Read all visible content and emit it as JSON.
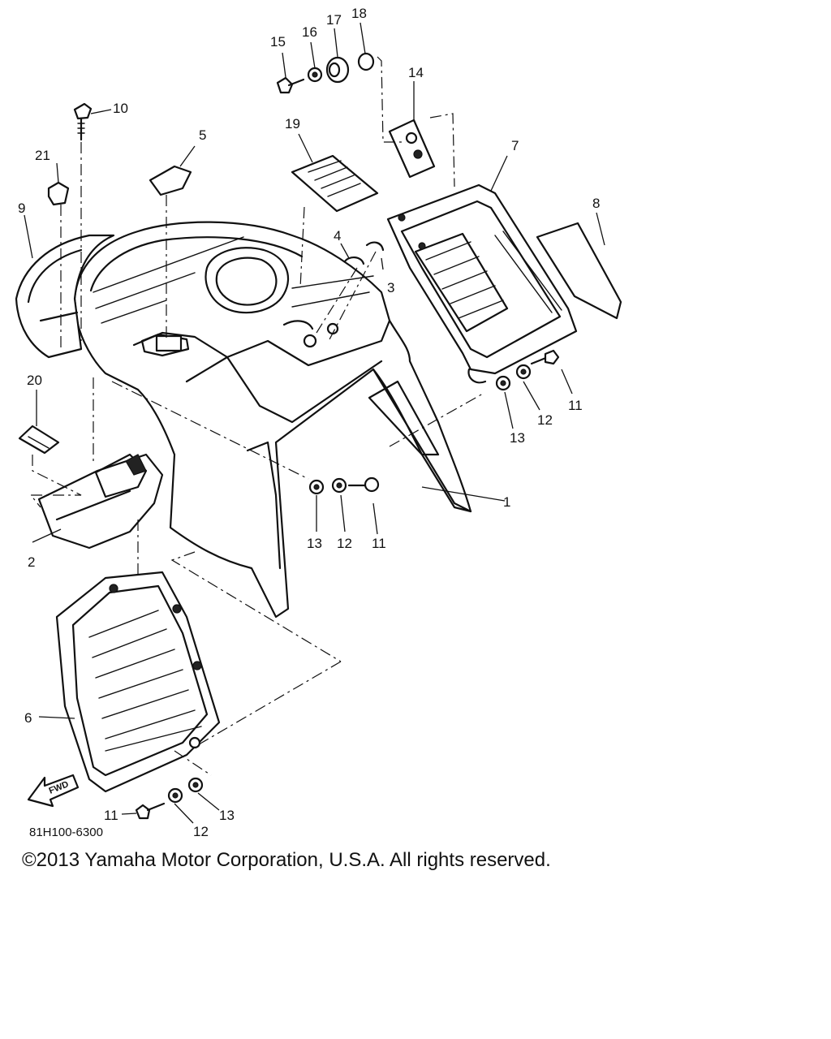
{
  "diagram": {
    "callouts": [
      {
        "id": "c1",
        "text": "1"
      },
      {
        "id": "c2",
        "text": "2"
      },
      {
        "id": "c3",
        "text": "3"
      },
      {
        "id": "c4",
        "text": "4"
      },
      {
        "id": "c5",
        "text": "5"
      },
      {
        "id": "c6",
        "text": "6"
      },
      {
        "id": "c7",
        "text": "7"
      },
      {
        "id": "c8",
        "text": "8"
      },
      {
        "id": "c9",
        "text": "9"
      },
      {
        "id": "c10",
        "text": "10"
      },
      {
        "id": "c11a",
        "text": "11"
      },
      {
        "id": "c11b",
        "text": "11"
      },
      {
        "id": "c11c",
        "text": "11"
      },
      {
        "id": "c12a",
        "text": "12"
      },
      {
        "id": "c12b",
        "text": "12"
      },
      {
        "id": "c12c",
        "text": "12"
      },
      {
        "id": "c13a",
        "text": "13"
      },
      {
        "id": "c13b",
        "text": "13"
      },
      {
        "id": "c13c",
        "text": "13"
      },
      {
        "id": "c14",
        "text": "14"
      },
      {
        "id": "c15",
        "text": "15"
      },
      {
        "id": "c16",
        "text": "16"
      },
      {
        "id": "c17",
        "text": "17"
      },
      {
        "id": "c18",
        "text": "18"
      },
      {
        "id": "c19",
        "text": "19"
      },
      {
        "id": "c20",
        "text": "20"
      },
      {
        "id": "c21",
        "text": "21"
      }
    ],
    "fwd_label": "FWD",
    "drawing_code": "81H100-6300"
  },
  "footer": {
    "copyright": "©2013 Yamaha Motor Corporation, U.S.A. All rights reserved."
  }
}
